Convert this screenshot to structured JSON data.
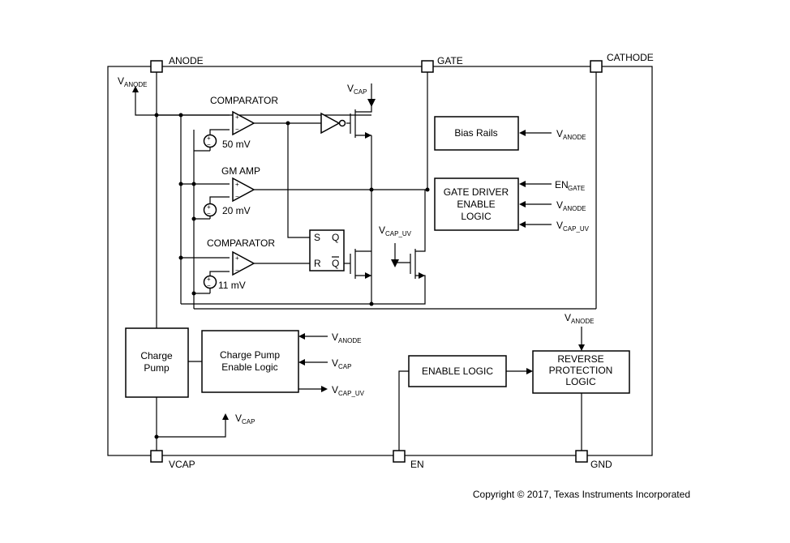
{
  "pins": {
    "anode": "ANODE",
    "gate": "GATE",
    "cathode": "CATHODE",
    "vcap": "VCAP",
    "en": "EN",
    "gnd": "GND"
  },
  "blocks": {
    "comparator_top": "COMPARATOR",
    "gm_amp": "GM AMP",
    "comparator_bottom": "COMPARATOR",
    "bias_rails": "Bias Rails",
    "gate_driver_line1": "GATE DRIVER",
    "gate_driver_line2": "ENABLE",
    "gate_driver_line3": "LOGIC",
    "charge_pump_line1": "Charge",
    "charge_pump_line2": "Pump",
    "cp_enable_line1": "Charge Pump",
    "cp_enable_line2": "Enable Logic",
    "enable_logic": "ENABLE LOGIC",
    "reverse_line1": "REVERSE",
    "reverse_line2": "PROTECTION",
    "reverse_line3": "LOGIC"
  },
  "flipflop": {
    "s": "S",
    "q": "Q",
    "r": "R",
    "qbar": "Q"
  },
  "sources": {
    "v50": "50 mV",
    "v20": "20 mV",
    "v11": "11 mV",
    "plus": "+",
    "minus": "−"
  },
  "opamp_signs": {
    "plus": "+",
    "minus": "−"
  },
  "signals": {
    "v": "V",
    "en": "EN",
    "anode_sub": "ANODE",
    "cap_sub": "CAP",
    "cap_uv_sub": "CAP_UV",
    "gate_sub": "GATE"
  },
  "copyright": "Copyright © 2017, Texas Instruments Incorporated"
}
